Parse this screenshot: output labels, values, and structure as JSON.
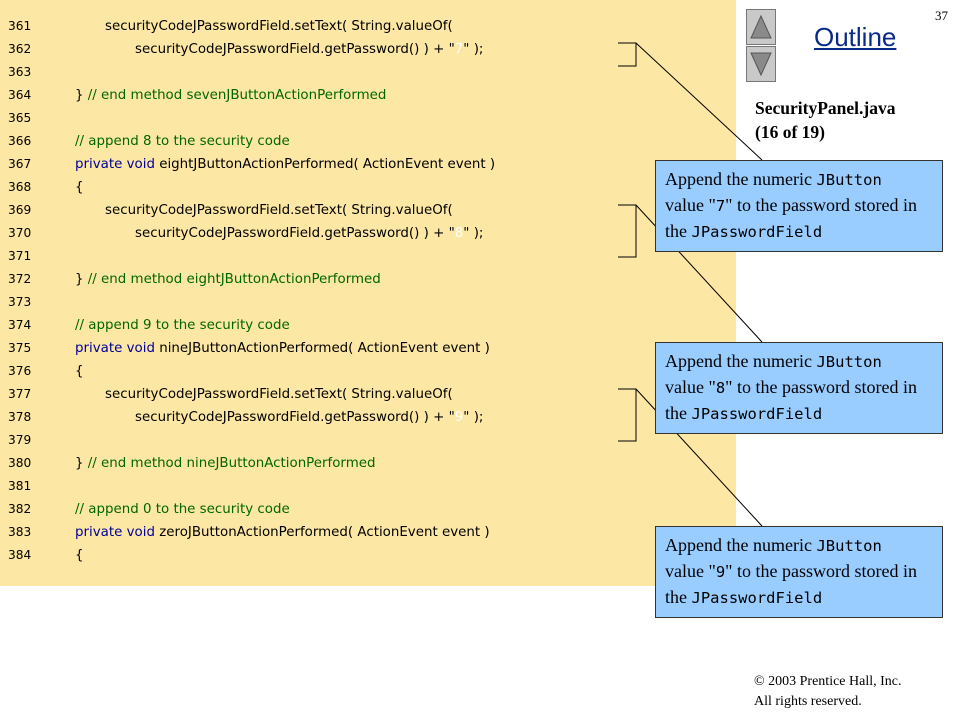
{
  "slide_number": "37",
  "outline_label": "Outline",
  "file_title": "SecurityPanel.java",
  "file_page": "(16 of 19)",
  "code_lines": [
    {
      "num": "361",
      "text": "securityCodeJPasswordField.setText( String.valueOf(",
      "indent": 2,
      "kind": "plain"
    },
    {
      "num": "362",
      "text": "securityCodeJPasswordField.getPassword() ) + \"7\" );",
      "indent": 3,
      "kind": "plain"
    },
    {
      "num": "363",
      "text": "",
      "indent": 0,
      "kind": "plain"
    },
    {
      "num": "364",
      "text": "} // end method sevenJButtonActionPerformed",
      "indent": 1,
      "kind": "endcomment"
    },
    {
      "num": "365",
      "text": "",
      "indent": 0,
      "kind": "plain"
    },
    {
      "num": "366",
      "text": "// append 8 to the security code",
      "indent": 1,
      "kind": "comment"
    },
    {
      "num": "367",
      "text": "private void eightJButtonActionPerformed( ActionEvent event )",
      "indent": 1,
      "kind": "decl"
    },
    {
      "num": "368",
      "text": "{",
      "indent": 1,
      "kind": "plain"
    },
    {
      "num": "369",
      "text": "securityCodeJPasswordField.setText( String.valueOf(",
      "indent": 2,
      "kind": "plain"
    },
    {
      "num": "370",
      "text": "securityCodeJPasswordField.getPassword() ) + \"8\" );",
      "indent": 3,
      "kind": "plain"
    },
    {
      "num": "371",
      "text": "",
      "indent": 0,
      "kind": "plain"
    },
    {
      "num": "372",
      "text": "} // end method eightJButtonActionPerformed",
      "indent": 1,
      "kind": "endcomment"
    },
    {
      "num": "373",
      "text": "",
      "indent": 0,
      "kind": "plain"
    },
    {
      "num": "374",
      "text": "// append 9 to the security code",
      "indent": 1,
      "kind": "comment"
    },
    {
      "num": "375",
      "text": "private void nineJButtonActionPerformed( ActionEvent event )",
      "indent": 1,
      "kind": "decl"
    },
    {
      "num": "376",
      "text": "{",
      "indent": 1,
      "kind": "plain"
    },
    {
      "num": "377",
      "text": "securityCodeJPasswordField.setText( String.valueOf(",
      "indent": 2,
      "kind": "plain"
    },
    {
      "num": "378",
      "text": "securityCodeJPasswordField.getPassword() ) + \"9\" );",
      "indent": 3,
      "kind": "plain"
    },
    {
      "num": "379",
      "text": "",
      "indent": 0,
      "kind": "plain"
    },
    {
      "num": "380",
      "text": "} // end method nineJButtonActionPerformed",
      "indent": 1,
      "kind": "endcomment"
    },
    {
      "num": "381",
      "text": "",
      "indent": 0,
      "kind": "plain"
    },
    {
      "num": "382",
      "text": "// append 0 to the security code",
      "indent": 1,
      "kind": "comment"
    },
    {
      "num": "383",
      "text": "private void zeroJButtonActionPerformed( ActionEvent event )",
      "indent": 1,
      "kind": "decl"
    },
    {
      "num": "384",
      "text": "{",
      "indent": 1,
      "kind": "plain"
    }
  ],
  "callouts": [
    {
      "pre": "Append the numeric ",
      "code1": "JButton",
      "mid": "value \"",
      "digit": "7",
      "post": "\" to the password stored in the ",
      "code2": "JPasswordField"
    },
    {
      "pre": "Append the numeric ",
      "code1": "JButton",
      "mid": "value \"",
      "digit": "8",
      "post": "\" to the password stored in the ",
      "code2": "JPasswordField"
    },
    {
      "pre": "Append the numeric ",
      "code1": "JButton",
      "mid": "value \"",
      "digit": "9",
      "post": "\" to the password stored in the ",
      "code2": "JPasswordField"
    }
  ],
  "copyright_line1": "© 2003 Prentice Hall, Inc.",
  "copyright_line2": "All rights reserved.",
  "colors": {
    "code_background": "#fde7a4",
    "callout_background": "#99ccff",
    "keyword": "#000099",
    "comment": "#006600",
    "outline_link": "#0a2a8a"
  }
}
